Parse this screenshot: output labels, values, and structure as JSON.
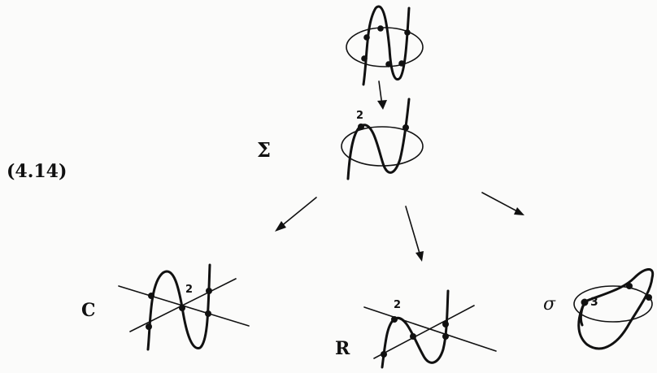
{
  "equation_number": "(4.14)",
  "labels": {
    "sigma_node": "Σ",
    "c_node": "C",
    "r_node": "R",
    "s_node": "σ"
  },
  "multiplicities": {
    "sigma": "2",
    "c": "2",
    "r": "2",
    "s": "3"
  },
  "colors": {
    "ink": "#111111",
    "paper": "#fbfbfa"
  }
}
